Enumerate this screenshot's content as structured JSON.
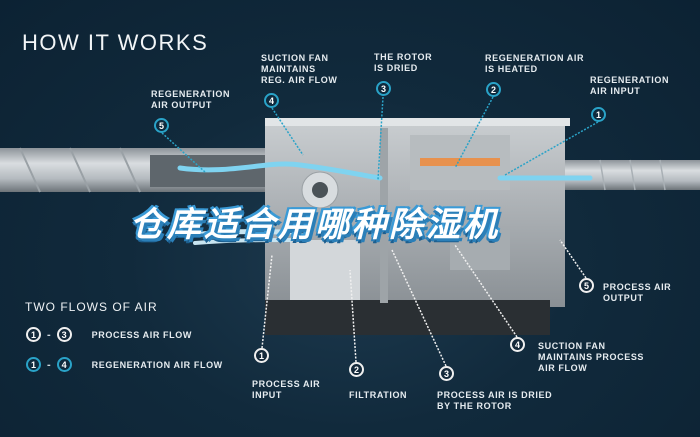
{
  "title": "HOW IT WORKS",
  "overlay_title": "仓库适合用哪种除湿机",
  "colors": {
    "background": "#112a3c",
    "regeneration_accent": "#2aa3c8",
    "process_accent": "#f0f0f0",
    "overlay_fill": "#ffffff",
    "overlay_stroke": "#2b7fb8",
    "heater": "#f08a3a",
    "air_flow": "#7fd3f0"
  },
  "regeneration_callouts": [
    {
      "num": "1",
      "label_line1": "REGENERATION",
      "label_line2": "AIR INPUT"
    },
    {
      "num": "2",
      "label_line1": "REGENERATION AIR",
      "label_line2": "IS HEATED"
    },
    {
      "num": "3",
      "label_line1": "THE ROTOR",
      "label_line2": "IS DRIED"
    },
    {
      "num": "4",
      "label_line1": "SUCTION FAN",
      "label_line2": "MAINTAINS",
      "label_line3": "REG. AIR FLOW"
    },
    {
      "num": "5",
      "label_line1": "REGENERATION",
      "label_line2": "AIR OUTPUT"
    }
  ],
  "process_callouts": [
    {
      "num": "1",
      "label_line1": "PROCESS AIR",
      "label_line2": "INPUT"
    },
    {
      "num": "2",
      "label_line1": "FILTRATION"
    },
    {
      "num": "3",
      "label_line1": "PROCESS AIR IS DRIED",
      "label_line2": "BY THE ROTOR"
    },
    {
      "num": "4",
      "label_line1": "SUCTION FAN",
      "label_line2": "MAINTAINS PROCESS",
      "label_line3": "AIR FLOW"
    },
    {
      "num": "5",
      "label_line1": "PROCESS AIR",
      "label_line2": "OUTPUT"
    }
  ],
  "legend": {
    "title": "TWO FLOWS OF AIR",
    "rows": [
      {
        "from": "1",
        "dash": "-",
        "to": "3",
        "label": "PROCESS AIR FLOW"
      },
      {
        "from": "1",
        "dash": "-",
        "to": "4",
        "label": "REGENERATION AIR FLOW"
      }
    ]
  }
}
